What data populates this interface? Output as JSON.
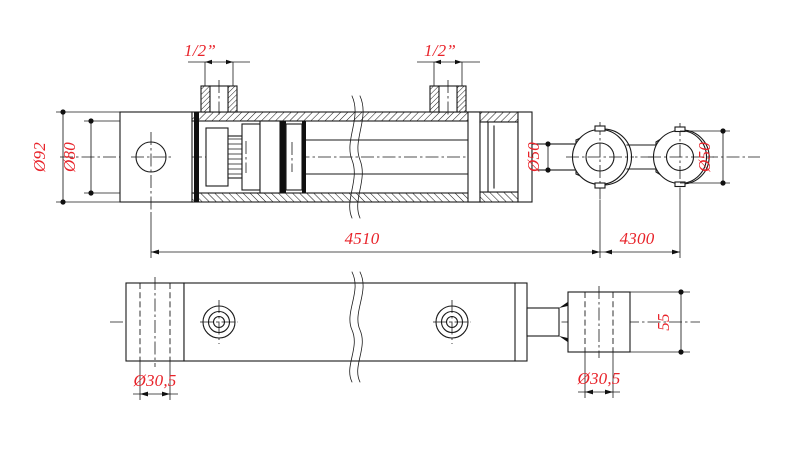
{
  "drawing": {
    "title": "Hydraulic cylinder technical drawing",
    "background_color": "#ffffff",
    "line_color": "#1a1a1a",
    "dimension_color": "#e8232a",
    "views": {
      "top": "sectional side view of hydraulic cylinder",
      "bottom": "plan view of hydraulic cylinder"
    }
  },
  "dimensions": {
    "port_left": "1/2”",
    "port_right": "1/2”",
    "bore_outer": "Ø92",
    "bore_inner": "Ø80",
    "eye_rod": "Ø50",
    "eye_base": "Ø50",
    "length_retracted": "4510",
    "stroke": "4300",
    "pin_left": "Ø30,5",
    "pin_right": "Ø30,5",
    "mount_width": "55"
  }
}
